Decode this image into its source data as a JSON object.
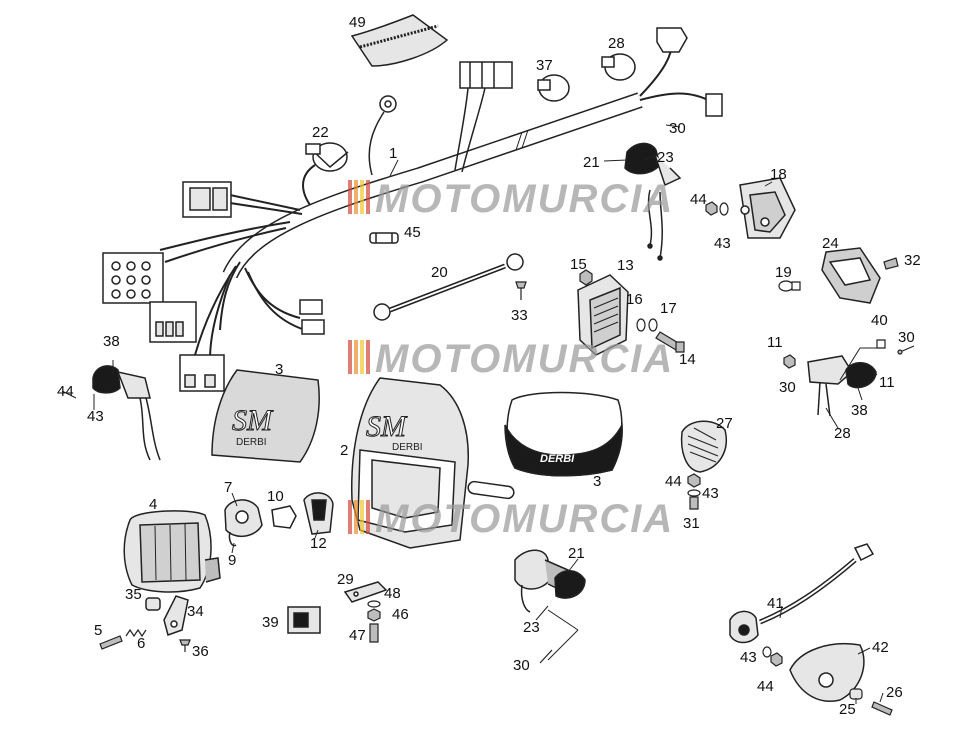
{
  "colors": {
    "line": "#222222",
    "fill_light": "#e6e6e6",
    "fill_mid": "#bdbdbd",
    "fill_dark": "#1a1a1a",
    "watermark_gray": "#9a9a9a",
    "watermark_red": "#d24a3a",
    "watermark_orange": "#e8902e",
    "watermark_yellow": "#f0c830"
  },
  "watermark": {
    "text": "MOTOMURCIA"
  },
  "decals": {
    "sm_text": "SM",
    "brand_text": "DERBI"
  },
  "labels": [
    "49",
    "28",
    "37",
    "22",
    "1",
    "30",
    "21",
    "23",
    "18",
    "44",
    "43",
    "45",
    "20",
    "15",
    "13",
    "16",
    "17",
    "33",
    "14",
    "24",
    "32",
    "19",
    "40",
    "30",
    "11",
    "30",
    "38",
    "44",
    "43",
    "11",
    "38",
    "28",
    "3",
    "2",
    "3",
    "27",
    "44",
    "43",
    "31",
    "4",
    "7",
    "10",
    "12",
    "9",
    "21",
    "29",
    "48",
    "46",
    "47",
    "39",
    "35",
    "34",
    "5",
    "6",
    "36",
    "23",
    "30",
    "41",
    "42",
    "43",
    "44",
    "25",
    "26"
  ]
}
